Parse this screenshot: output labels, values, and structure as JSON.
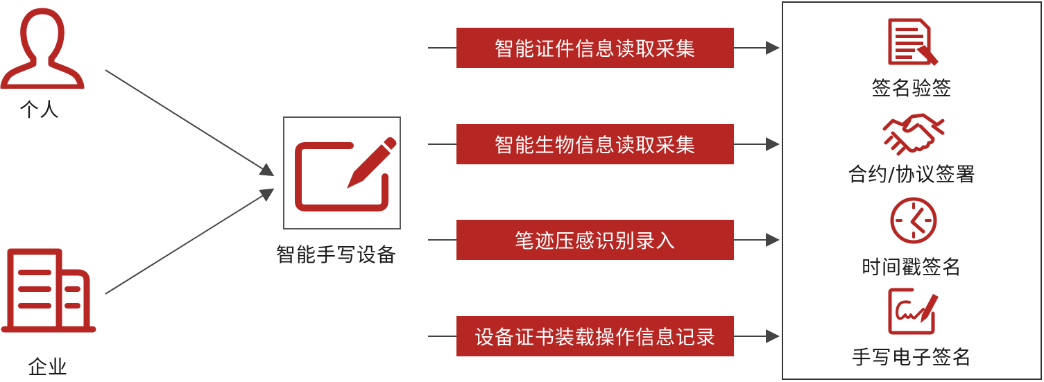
{
  "inputs": {
    "person": {
      "label": "个人",
      "icon": "person-icon"
    },
    "company": {
      "label": "企业",
      "icon": "building-icon"
    }
  },
  "device": {
    "label": "智能手写设备",
    "icon": "tablet-pen-icon"
  },
  "flows": [
    "智能证件信息读取采集",
    "智能生物信息读取采集",
    "笔迹压感识别录入",
    "设备证书装载操作信息记录"
  ],
  "outputs": [
    {
      "label": "签名验签",
      "icon": "document-verify-icon"
    },
    {
      "label": "合约/协议签署",
      "icon": "handshake-icon"
    },
    {
      "label": "时间戳签名",
      "icon": "clock-icon"
    },
    {
      "label": "手写电子签名",
      "icon": "handwritten-signature-icon"
    }
  ],
  "colors": {
    "accent": "#b62623",
    "line": "#444444",
    "text": "#1a1a1a"
  }
}
